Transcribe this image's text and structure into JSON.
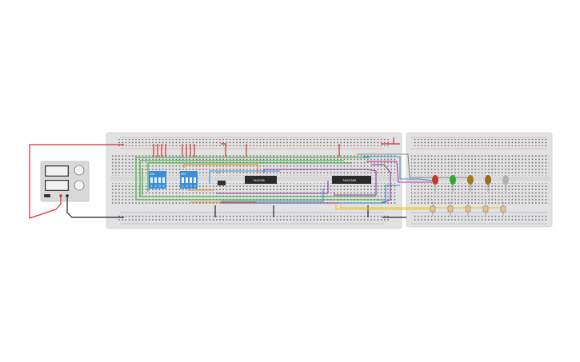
{
  "chips": [
    {
      "id": "chip-1",
      "label": "74HC86"
    },
    {
      "id": "chip-2",
      "label": "74HC283"
    }
  ],
  "dip_switches": [
    {
      "id": "dip-1",
      "label": "ON",
      "positions": [
        "1",
        "2",
        "3",
        "4"
      ]
    },
    {
      "id": "dip-2",
      "label": "ON",
      "positions": [
        "1",
        "2",
        "3",
        "4"
      ]
    }
  ],
  "leds": [
    {
      "id": "led-1",
      "color": "#c0392b"
    },
    {
      "id": "led-2",
      "color": "#2eab2e"
    },
    {
      "id": "led-3",
      "color": "#a07a1a"
    },
    {
      "id": "led-4",
      "color": "#a06a1a"
    },
    {
      "id": "led-5",
      "color": "#b0b0b0"
    }
  ],
  "wire_colors": {
    "power": "#d32f2f",
    "ground": "#222222",
    "green": "#3aa83a",
    "purple": "#8e3fa8",
    "orange": "#ef8a1f",
    "blue": "#3a8fd8",
    "yellow": "#e6c419",
    "gray": "#8a8a8a",
    "magenta": "#c2338f"
  }
}
